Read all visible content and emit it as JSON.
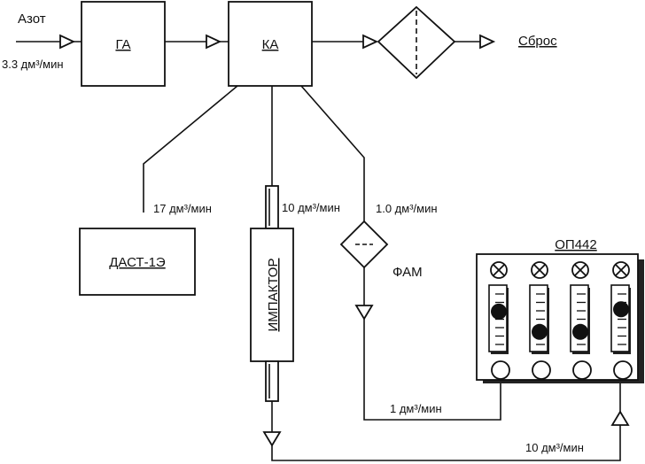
{
  "inputs": {
    "gas_label": "Азот",
    "gas_flow": "3.3 дм³/мин"
  },
  "blocks": {
    "ga": "ГА",
    "ka": "КА",
    "dast": "ДАСТ-1Э",
    "impactor": "ИМПАКТОР",
    "op442": "ОП442",
    "fam": "ФАМ"
  },
  "outputs": {
    "discharge": "Сброс"
  },
  "flows": {
    "dast": "17 дм³/мин",
    "impactor": "10 дм³/мин",
    "fam": "1.0 дм³/мин",
    "fam_return": "1 дм³/мин",
    "impactor_return": "10 дм³/мин"
  },
  "rotameters": [
    {
      "float_level": 0.35
    },
    {
      "float_level": 0.8
    },
    {
      "float_level": 0.8
    },
    {
      "float_level": 0.3
    }
  ]
}
